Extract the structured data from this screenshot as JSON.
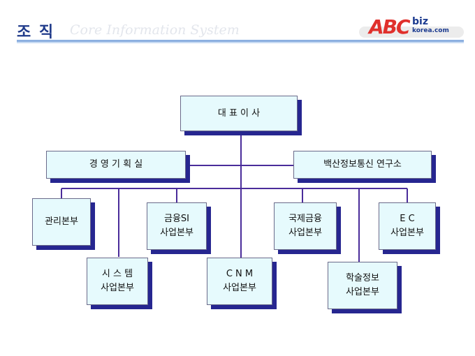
{
  "header": {
    "title": "조 직",
    "subtitle": "Core Information System",
    "logo_abc": "ABC",
    "logo_biz": "biz",
    "logo_domain": "korea.com"
  },
  "org": {
    "ceo": "대 표 이 사",
    "planning": "경 영 기 획 실",
    "research": "백산정보통신 연구소",
    "admin": "관리본부",
    "finance_line1": "금융SI",
    "finance_line2": "사업본부",
    "intl_line1": "국제금융",
    "intl_line2": "사업본부",
    "ec_line1": "E C",
    "ec_line2": "사업본부",
    "system_line1": "시 스 템",
    "system_line2": "사업본부",
    "cnm_line1": "C  N  M",
    "cnm_line2": "사업본부",
    "academic_line1": "학술정보",
    "academic_line2": "사업본부"
  },
  "colors": {
    "box_fill": "#e6fafd",
    "box_shadow": "#262690",
    "connector": "#4a2c9a",
    "title": "#1f3a8a"
  }
}
